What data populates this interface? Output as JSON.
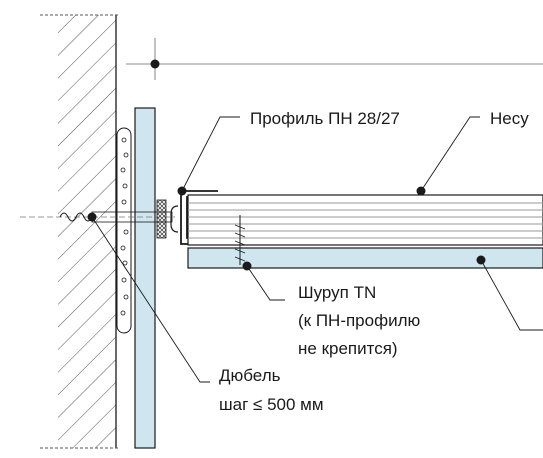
{
  "labels": {
    "profile": "Профиль ПН 28/27",
    "bearing": "Несу",
    "screw_line1": "Шуруп TN",
    "screw_line2": "(к ПН-профилю",
    "screw_line3": "не крепится)",
    "dowel_line1": "Дюбель",
    "dowel_line2": "шаг ≤ 500 мм"
  },
  "colors": {
    "board_fill": "#cfe6ee",
    "line": "#1a1a1a",
    "profile_lines": "#9a9a9a"
  }
}
